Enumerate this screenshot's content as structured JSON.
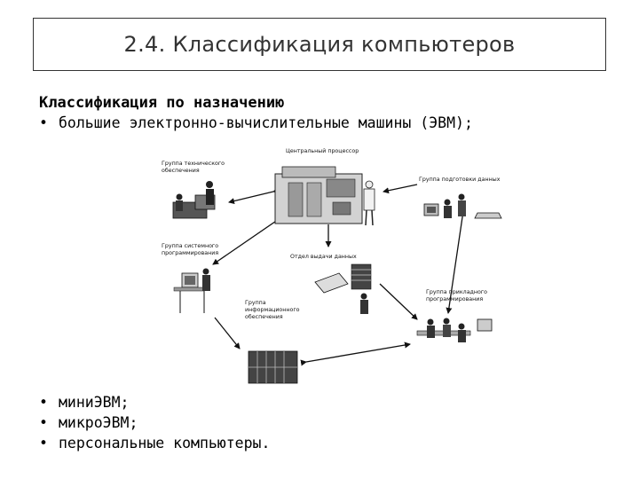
{
  "slide": {
    "title": "2.4. Классификация компьютеров",
    "section_heading": "Классификация по назначению",
    "bullet_marker": "•",
    "bullets_top": [
      "большие электронно-вычислительные машины (ЭВМ);"
    ],
    "bullets_bottom": [
      "мини​ЭВМ;",
      "микро​ЭВМ;",
      "персональные компьютеры."
    ]
  },
  "diagram": {
    "labels": {
      "cpu": "Центральный процессор",
      "tech_support": [
        "Группа технического",
        "обеспечения"
      ],
      "data_prep": "Группа подготовки данных",
      "system_programming": [
        "Группа системного",
        "программирования"
      ],
      "output": "Отдел выдачи данных",
      "applied_programming": [
        "Группа прикладного",
        "программирования"
      ],
      "info_support": [
        "Группа",
        "информационного",
        "обеспечения"
      ]
    }
  }
}
